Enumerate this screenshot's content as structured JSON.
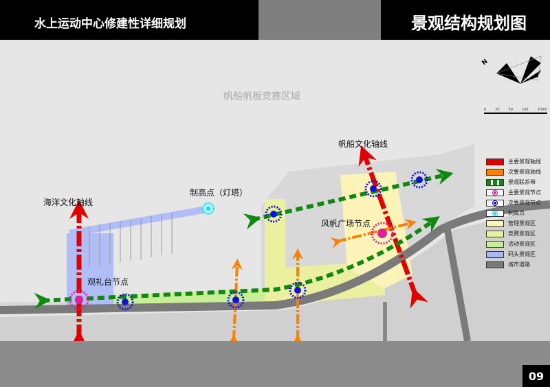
{
  "header": {
    "project_title": "水上运动中心修建性详细规划",
    "sheet_title": "景观结构规划图"
  },
  "page_number": "09",
  "map": {
    "water_area_label": "帆船帆板竞赛区域",
    "labels": {
      "ocean_axis": "海洋文化轴线",
      "lighthouse": "制高点（灯塔）",
      "sailing_axis": "帆船文化轴线",
      "sail_plaza": "风帆广场节点",
      "viewing_platform": "观礼台节点"
    },
    "scale_ticks": [
      "0",
      "20",
      "50",
      "100",
      "200m"
    ],
    "north_label": "N"
  },
  "legend": [
    {
      "label": "主要景观轴线",
      "kind": "main-axis",
      "color": "#e00000"
    },
    {
      "label": "次要景观轴线",
      "kind": "secondary-axis",
      "color": "#ff8000"
    },
    {
      "label": "景观联系带",
      "kind": "link-belt",
      "color": "#118811"
    },
    {
      "label": "主要景观节点",
      "kind": "main-node",
      "color": "#e0209a"
    },
    {
      "label": "次要景观节点",
      "kind": "secondary-node",
      "color": "#1010e0"
    },
    {
      "label": "制高点",
      "kind": "high-point",
      "color": "#30d0e0"
    },
    {
      "label": "管理景观区",
      "kind": "fill",
      "color": "#fbf3b8"
    },
    {
      "label": "竞赛景观区",
      "kind": "fill",
      "color": "#eaf0a0"
    },
    {
      "label": "活动景观区",
      "kind": "fill",
      "color": "#c8ee98"
    },
    {
      "label": "码头景观区",
      "kind": "fill",
      "color": "#aab8f8"
    },
    {
      "label": "城市道路",
      "kind": "fill",
      "color": "#7a7a7a"
    }
  ]
}
